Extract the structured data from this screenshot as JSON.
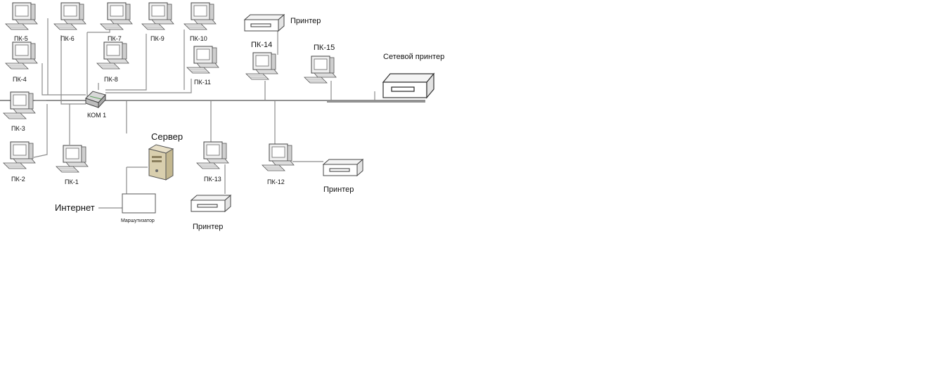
{
  "pcs": {
    "pc1": "ПК-1",
    "pc2": "ПК-2",
    "pc3": "ПК-3",
    "pc4": "ПК-4",
    "pc5": "ПК-5",
    "pc6": "ПК-6",
    "pc7": "ПК-7",
    "pc8": "ПК-8",
    "pc9": "ПК-9",
    "pc10": "ПК-10",
    "pc11": "ПК-11",
    "pc12": "ПК-12",
    "pc13": "ПК-13",
    "pc14": "ПК-14",
    "pc15": "ПК-15"
  },
  "switch_label": "КОМ 1",
  "server_label": "Сервер",
  "router_label": "Маршутизатор",
  "internet_label": "Интернет",
  "printers": {
    "top": "Принтер",
    "network": "Сетевой принтер",
    "right": "Принтер",
    "bottom": "Принтер"
  }
}
